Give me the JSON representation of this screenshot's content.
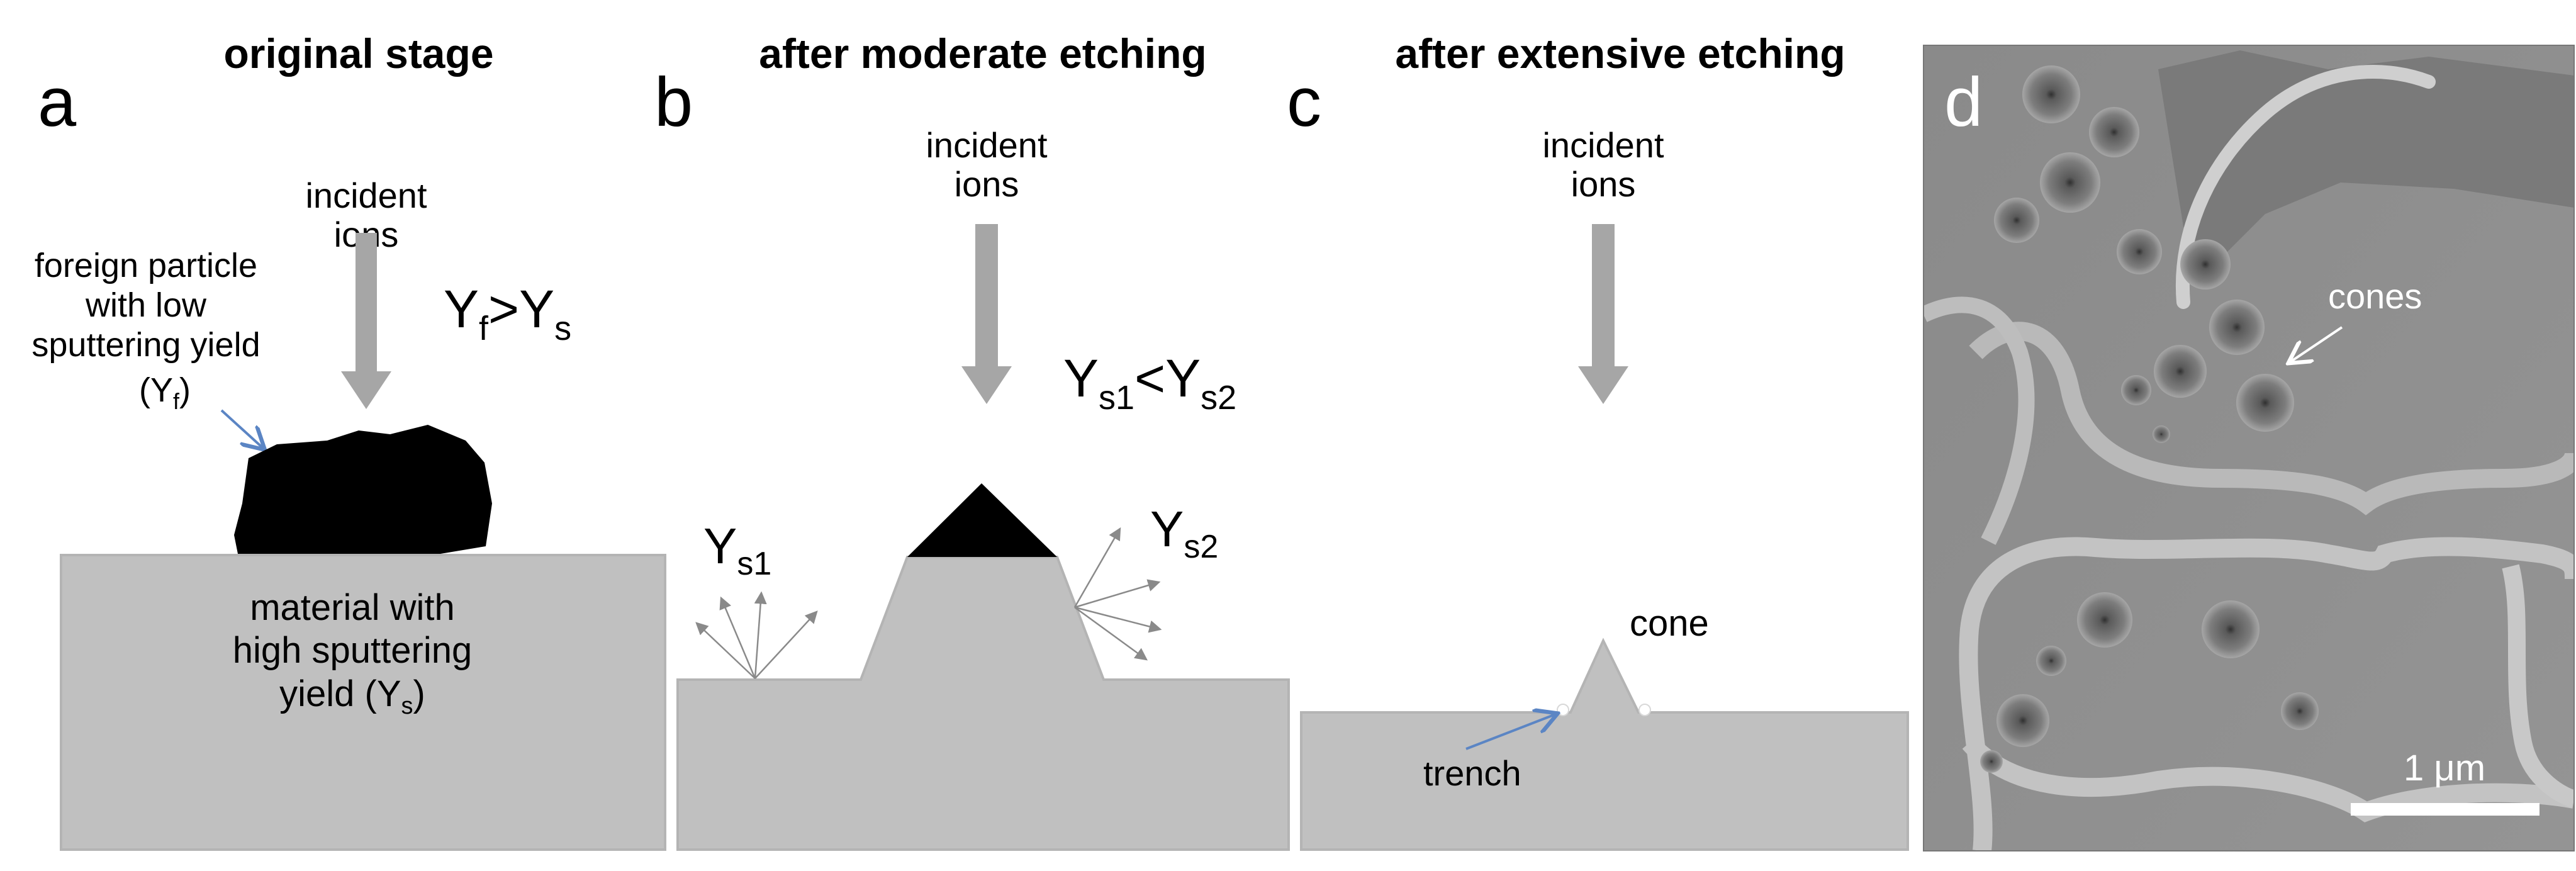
{
  "panel_a": {
    "letter": "a",
    "title": "original stage",
    "beam": [
      "incident",
      "ions"
    ],
    "relation": {
      "base1": "Y",
      "sub1": "f",
      "op": ">",
      "base2": "Y",
      "sub2": "s"
    },
    "particle_label": [
      "foreign particle",
      "with low",
      "sputtering yield"
    ],
    "particle_symbol": {
      "open": "(Y",
      "sub": "f",
      "close": ")"
    },
    "material_label": [
      "material with",
      "high sputtering"
    ],
    "material_last": {
      "text": "yield (Y",
      "sub": "s",
      "close": ")"
    }
  },
  "panel_b": {
    "letter": "b",
    "title": "after moderate etching",
    "beam": [
      "incident",
      "ions"
    ],
    "relation": {
      "base1": "Y",
      "sub1": "s1",
      "op": "<",
      "base2": "Y",
      "sub2": "s2"
    },
    "left_yield": {
      "base": "Y",
      "sub": "s1"
    },
    "right_yield": {
      "base": "Y",
      "sub": "s2"
    }
  },
  "panel_c": {
    "letter": "c",
    "title": "after extensive etching",
    "beam": [
      "incident",
      "ions"
    ],
    "cone_label": "cone",
    "trench_label": "trench"
  },
  "panel_d": {
    "letter": "d",
    "cones_label": "cones",
    "scale_bar": "1 μm"
  },
  "colors": {
    "material": "#c0c0c0",
    "material_edge": "#b4b4b4",
    "arrow": "#a6a6a6",
    "pointer": "#5b85c4",
    "particle": "#000000",
    "sem_bg": "#8e8e8e"
  }
}
